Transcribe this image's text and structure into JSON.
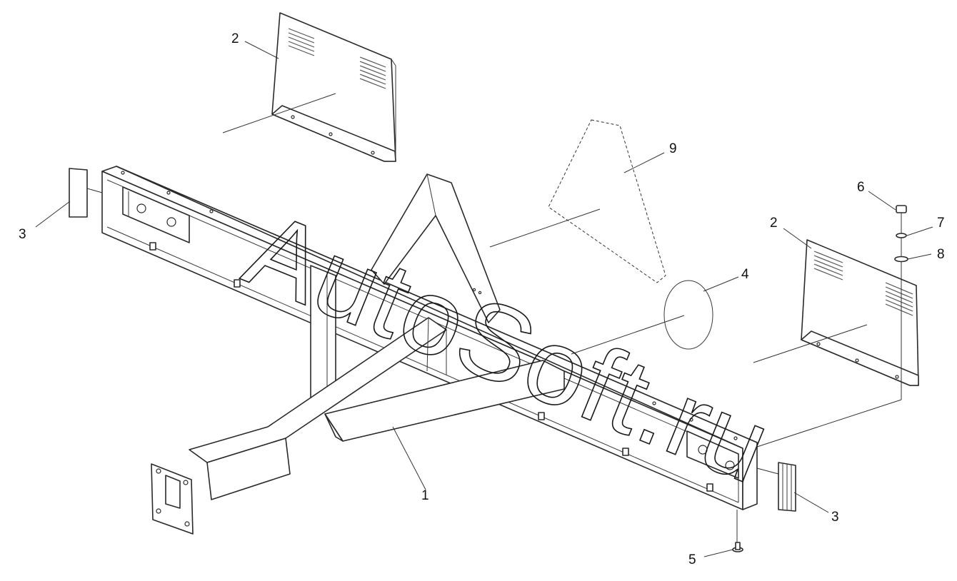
{
  "watermark": "AutoSoft.ru",
  "callouts": [
    {
      "id": "1",
      "text": "1"
    },
    {
      "id": "2a",
      "text": "2"
    },
    {
      "id": "2b",
      "text": "2"
    },
    {
      "id": "3a",
      "text": "3"
    },
    {
      "id": "3b",
      "text": "3"
    },
    {
      "id": "4",
      "text": "4"
    },
    {
      "id": "5",
      "text": "5"
    },
    {
      "id": "6",
      "text": "6"
    },
    {
      "id": "7",
      "text": "7"
    },
    {
      "id": "8",
      "text": "8"
    },
    {
      "id": "9",
      "text": "9"
    }
  ]
}
